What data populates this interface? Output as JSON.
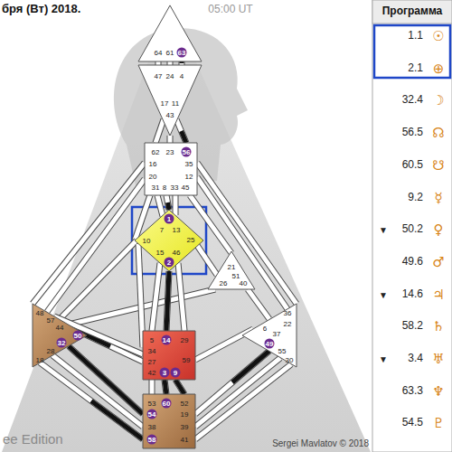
{
  "diagram": {
    "title": "бря (Вт) 2018.",
    "nodes": [
      {
        "text": [
          "64",
          "61",
          "63"
        ]
      },
      {
        "text": [
          "47",
          "24",
          "4",
          "17",
          "11",
          "43"
        ]
      },
      {
        "text": [
          "62",
          "23",
          "56",
          "16",
          "35",
          "20",
          "12",
          "31",
          "8",
          "33",
          "45"
        ]
      },
      {
        "text": [
          "1",
          "7",
          "13",
          "10",
          "25",
          "15",
          "46",
          "2"
        ]
      },
      {
        "text": [
          "21",
          "51",
          "26",
          "40"
        ]
      },
      {
        "text": [
          "48",
          "57",
          "44",
          "50",
          "32",
          "28",
          "18"
        ]
      },
      {
        "text": [
          "5",
          "14",
          "29",
          "34",
          "27",
          "59",
          "42",
          "3",
          "9"
        ]
      },
      {
        "text": [
          "36",
          "6",
          "22",
          "37",
          "49",
          "55",
          "30"
        ]
      },
      {
        "text": [
          "53",
          "60",
          "52",
          "54",
          "19",
          "38",
          "39",
          "58",
          "41"
        ]
      }
    ],
    "edges": [
      {
        "from": 0,
        "to": 1,
        "arrow": "none"
      },
      {
        "from": 0,
        "to": 1,
        "arrow": "none"
      },
      {
        "from": 0,
        "to": 1,
        "arrow": "none"
      },
      {
        "from": 1,
        "to": 2,
        "arrow": "none"
      },
      {
        "from": 1,
        "to": 2,
        "arrow": "none"
      },
      {
        "from": 1,
        "to": 2,
        "arrow": "none"
      },
      {
        "from": 2,
        "to": 3,
        "arrow": "none"
      },
      {
        "from": 2,
        "to": 3,
        "arrow": "none"
      },
      {
        "from": 2,
        "to": 3,
        "arrow": "none"
      },
      {
        "from": 2,
        "to": 3,
        "arrow": "none"
      },
      {
        "from": 2,
        "to": 5,
        "arrow": "none"
      },
      {
        "from": 2,
        "to": 5,
        "arrow": "none"
      },
      {
        "from": 2,
        "to": 4,
        "arrow": "none"
      },
      {
        "from": 2,
        "to": 7,
        "arrow": "none"
      },
      {
        "from": 2,
        "to": 7,
        "arrow": "none"
      },
      {
        "from": 3,
        "to": 4,
        "arrow": "none"
      },
      {
        "from": 3,
        "to": 5,
        "arrow": "none"
      },
      {
        "from": 4,
        "to": 5,
        "arrow": "none"
      },
      {
        "from": 4,
        "to": 7,
        "arrow": "none"
      },
      {
        "from": 3,
        "to": 6,
        "arrow": "none"
      },
      {
        "from": 3,
        "to": 6,
        "arrow": "none"
      },
      {
        "from": 3,
        "to": 6,
        "arrow": "none"
      },
      {
        "from": 3,
        "to": 6,
        "arrow": "none"
      },
      {
        "from": 5,
        "to": 6,
        "arrow": "none"
      },
      {
        "from": 5,
        "to": 6,
        "arrow": "none"
      },
      {
        "from": 5,
        "to": 8,
        "arrow": "none"
      },
      {
        "from": 5,
        "to": 8,
        "arrow": "none"
      },
      {
        "from": 5,
        "to": 8,
        "arrow": "none"
      },
      {
        "from": 6,
        "to": 7,
        "arrow": "none"
      },
      {
        "from": 6,
        "to": 8,
        "arrow": "none"
      },
      {
        "from": 6,
        "to": 8,
        "arrow": "none"
      },
      {
        "from": 6,
        "to": 8,
        "arrow": "none"
      },
      {
        "from": 7,
        "to": 8,
        "arrow": "none"
      },
      {
        "from": 7,
        "to": 8,
        "arrow": "none"
      },
      {
        "from": 7,
        "to": 8,
        "arrow": "none"
      }
    ],
    "labels": [
      "05:00 UT",
      "Программа",
      "1.1",
      "☉",
      "2.1",
      "⊕",
      "32.4",
      "☽",
      "56.5",
      "☊",
      "60.5",
      "☋",
      "9.2",
      "☿",
      "▼",
      "50.2",
      "♀",
      "49.6",
      "♂",
      "▼",
      "14.6",
      "♃",
      "58.2",
      "♄",
      "▼",
      "3.4",
      "♅",
      "63.3",
      "♆",
      "54.5",
      "♇",
      "ee Edition",
      "Sergei Mavlatov © 2018"
    ]
  }
}
